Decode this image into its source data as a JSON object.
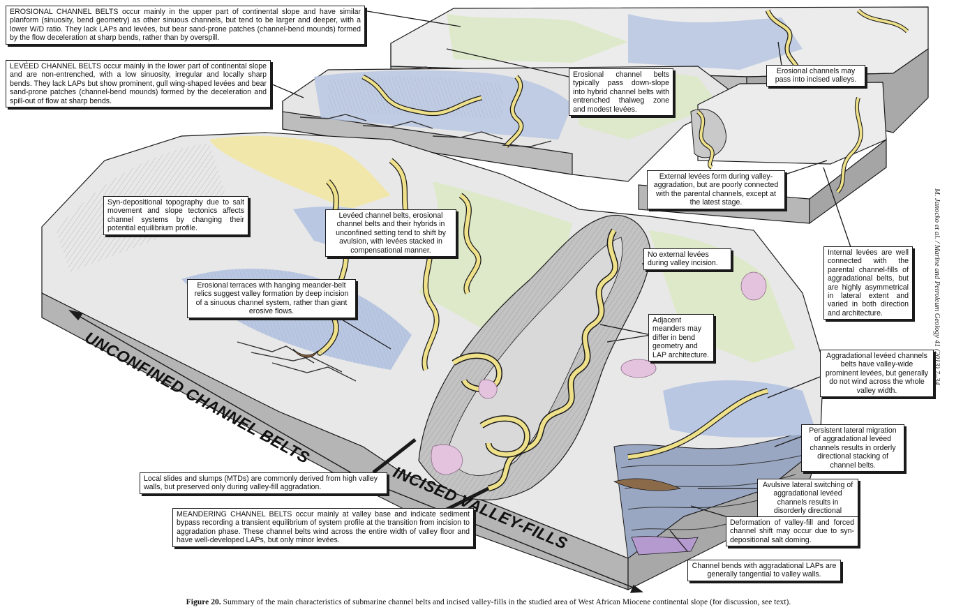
{
  "figure": {
    "caption_label": "Figure 20.",
    "caption_text": " Summary of the main characteristics of submarine channel belts and incised valley-fills in the studied area of West African Miocene continental slope (for discussion, see text).",
    "side_citation": "M. Janocko et al. / Marine and Petroleum Geology 41 (2013) 7–34"
  },
  "axis_labels": {
    "unconfined": "UNCONFINED CHANNEL BELTS",
    "incised": "INCISED VALLEY-FILLS"
  },
  "callouts": {
    "erosional_belts": "EROSIONAL CHANNEL BELTS occur mainly in the upper part of continental slope and have similar planform (sinuosity, bend geometry) as other sinuous channels, but tend to be larger and deeper, with a lower W/D ratio. They lack LAPs and levées, but bear sand-prone patches (channel-bend mounds) formed by the flow deceleration at sharp bends, rather than by overspill.",
    "leveed_belts": "LEVÉED CHANNEL BELTS occur mainly in the lower part of continental slope and are non-entrenched, with a low sinuosity, irregular and locally sharp bends. They lack LAPs but show prominent, gull wing-shaped levées and bear sand-prone patches (channel-bend mounds) formed by the deceleration and spill-out of flow at sharp bends.",
    "erosional_pass_hybrid": "Erosional channel belts typically pass down-slope into hybrid channel belts with entrenched thalweg zone and modest levées.",
    "erosional_incised": "Erosional channels may pass into incised valleys.",
    "external_levees": "External levées form during valley-aggradation, but are poorly connected with the parental channels, except at the latest stage.",
    "syn_depositional": "Syn-depositional topography due to salt movement and slope tectonics affects channel systems by changing their potential equilibrium profile.",
    "avulsion": "Levéed channel belts, erosional channel belts and their hybrids in unconfined setting tend to shift by avulsion, with levées stacked in compensational manner.",
    "no_external": "No external levées during valley incision.",
    "internal_levees": "Internal levées are well connected with the parental channel-fills of aggradational belts, but are highly asymmetrical in lateral extent and varied in both direction and architecture.",
    "terraces": "Erosional terraces with hanging meander-belt relics suggest valley formation by deep incision of a sinuous channel system, rather than giant erosive flows.",
    "adjacent_meanders": "Adjacent meanders may differ in bend geometry and LAP architecture.",
    "aggradational_wide": "Aggradational levéed channels belts have valley-wide prominent levées, but generally do not wind across the whole valley width.",
    "persistent_migration": "Persistent lateral migration of aggradational levéed channels results in orderly directional stacking of channel belts.",
    "local_slides": "Local slides and slumps (MTDs) are commonly derived from high valley walls, but preserved only during valley-fill aggradation.",
    "avulsive_switching": "Avulsive lateral switching of aggradational levéed channels results in disorderly directional stacking of channel belts.",
    "meandering_belts": "MEANDERING CHANNEL BELTS occur mainly at valley base and indicate sediment bypass recording a transient equilibrium of system profile at the transition from incision to aggradation phase. These channel belts wind across the entire width of valley floor and have well-developed LAPs, but only minor levées.",
    "deformation": "Deformation of valley-fill and forced channel shift may occur due to syn-depositional salt doming.",
    "channel_bends": "Channel bends with aggradational LAPs are generally tangential to valley walls."
  },
  "colors": {
    "block_side": "#b5b5b5",
    "block_top": "#e9e9e9",
    "channel_sand": "#efe18a",
    "levee_blue": "#b9c7e2",
    "green_fill": "#dde9c8",
    "pink_mtd": "#e3c3de",
    "outline": "#1a1a1a"
  }
}
